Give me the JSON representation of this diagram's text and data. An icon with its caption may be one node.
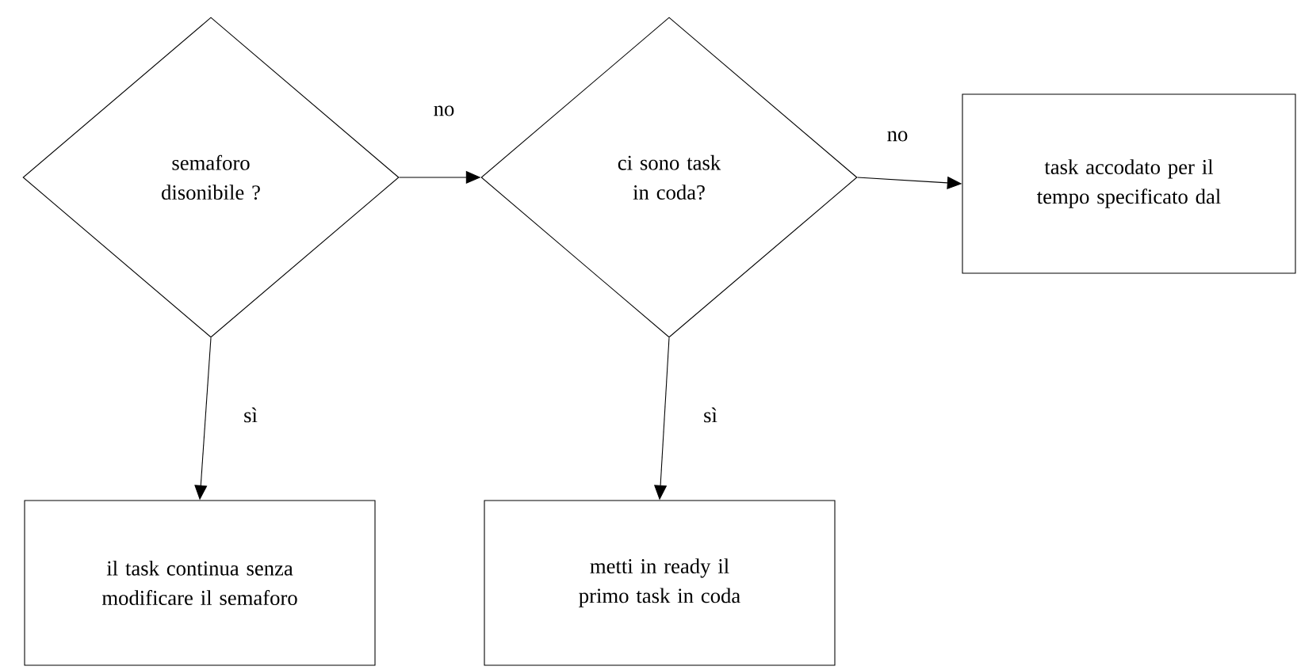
{
  "diagram": {
    "nodes": [
      {
        "text": [
          "semaforo disonibile ?"
        ]
      },
      {
        "text": [
          "ci sono task in coda?"
        ]
      },
      {
        "text": [
          "task accodato per il tempo specificato dal"
        ]
      },
      {
        "text": [
          "il task continua senza modificare il semaforo"
        ]
      },
      {
        "text": [
          "metti in ready il primo task in coda"
        ]
      }
    ],
    "edges": [
      {
        "from": 0,
        "to": 1,
        "arrow": "to",
        "label": "no"
      },
      {
        "from": 1,
        "to": 2,
        "arrow": "to",
        "label": "no"
      },
      {
        "from": 0,
        "to": 3,
        "arrow": "to",
        "label": "sì"
      },
      {
        "from": 1,
        "to": 4,
        "arrow": "to",
        "label": "sì"
      }
    ]
  }
}
